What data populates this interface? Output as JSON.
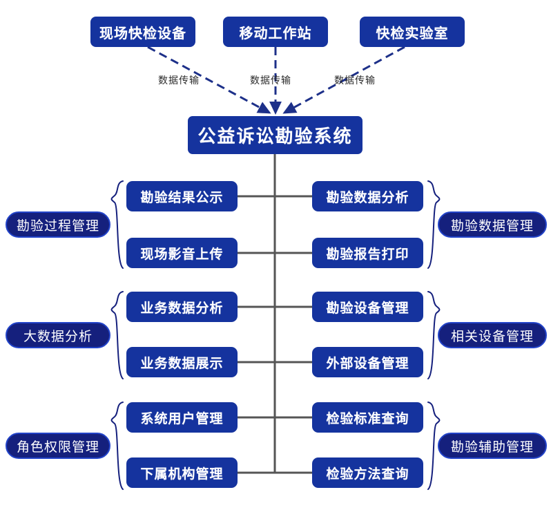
{
  "diagram": {
    "title_node": {
      "label": "公益诉讼勘验系统"
    },
    "sources": [
      {
        "label": "现场快检设备"
      },
      {
        "label": "移动工作站"
      },
      {
        "label": "快检实验室"
      }
    ],
    "edge_labels": [
      {
        "label": "数据传输"
      },
      {
        "label": "数据传输"
      },
      {
        "label": "数据传输"
      }
    ],
    "groups_left": [
      {
        "label": "勘验过程管理",
        "items": [
          {
            "label": "勘验结果公示"
          },
          {
            "label": "现场影音上传"
          }
        ]
      },
      {
        "label": "大数据分析",
        "items": [
          {
            "label": "业务数据分析"
          },
          {
            "label": "业务数据展示"
          }
        ]
      },
      {
        "label": "角色权限管理",
        "items": [
          {
            "label": "系统用户管理"
          },
          {
            "label": "下属机构管理"
          }
        ]
      }
    ],
    "groups_right": [
      {
        "label": "勘验数据管理",
        "items": [
          {
            "label": "勘验数据分析"
          },
          {
            "label": "勘验报告打印"
          }
        ]
      },
      {
        "label": "相关设备管理",
        "items": [
          {
            "label": "勘验设备管理"
          },
          {
            "label": "外部设备管理"
          }
        ]
      },
      {
        "label": "勘验辅助管理",
        "items": [
          {
            "label": "检验标准查询"
          },
          {
            "label": "检验方法查询"
          }
        ]
      }
    ],
    "colors": {
      "node_fill": "#15339e",
      "pill_fill": "#15207d",
      "pill_border": "#2344c9",
      "connector": "#555555",
      "arrow": "#1d3089",
      "text_on_node": "#ffffff",
      "label_text": "#2b2b2b",
      "background": "#ffffff"
    }
  }
}
